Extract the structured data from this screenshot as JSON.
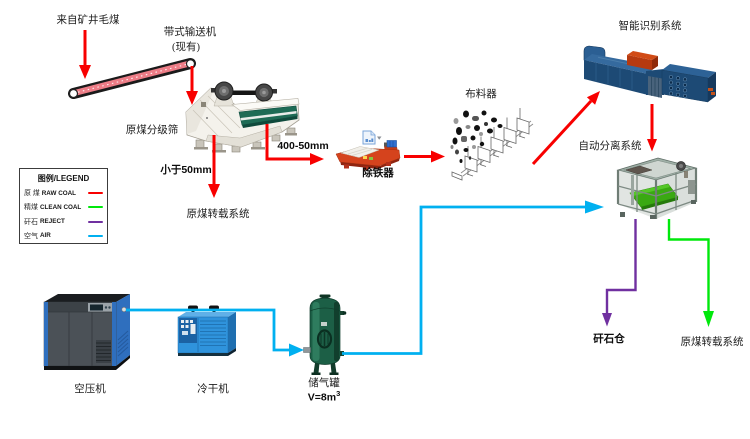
{
  "labels": {
    "raw_coal_from_mine": "来自矿井毛煤",
    "belt_conveyor": "带式输送机",
    "belt_conveyor_note": "(现有)",
    "grading_screen": "原煤分级筛",
    "under_50mm": "小于50mm",
    "transfer_system_left": "原煤转载系统",
    "size_400_50mm": "400-50mm",
    "iron_remover": "除铁器",
    "distributor": "布料器",
    "recognition_system": "智能识别系统",
    "separation_system": "自动分离系统",
    "reject_bin": "矸石仓",
    "transfer_system_right": "原煤转载系统",
    "air_compressor": "空压机",
    "cold_dryer": "冷干机",
    "air_tank": "储气罐",
    "air_tank_volume": "V=8m",
    "air_tank_volume_sup": "3"
  },
  "legend": {
    "title": "图例/LEGEND",
    "items": [
      {
        "zh": "原 煤",
        "en": "RAW COAL"
      },
      {
        "zh": "精煤",
        "en": "CLEAN COAL"
      },
      {
        "zh": "矸石",
        "en": "REJECT"
      },
      {
        "zh": "空气",
        "en": "AIR"
      }
    ]
  },
  "colors": {
    "raw_coal": "#F80000",
    "clean_coal": "#00E80C",
    "reject": "#7030A0",
    "air": "#00B0F0"
  }
}
